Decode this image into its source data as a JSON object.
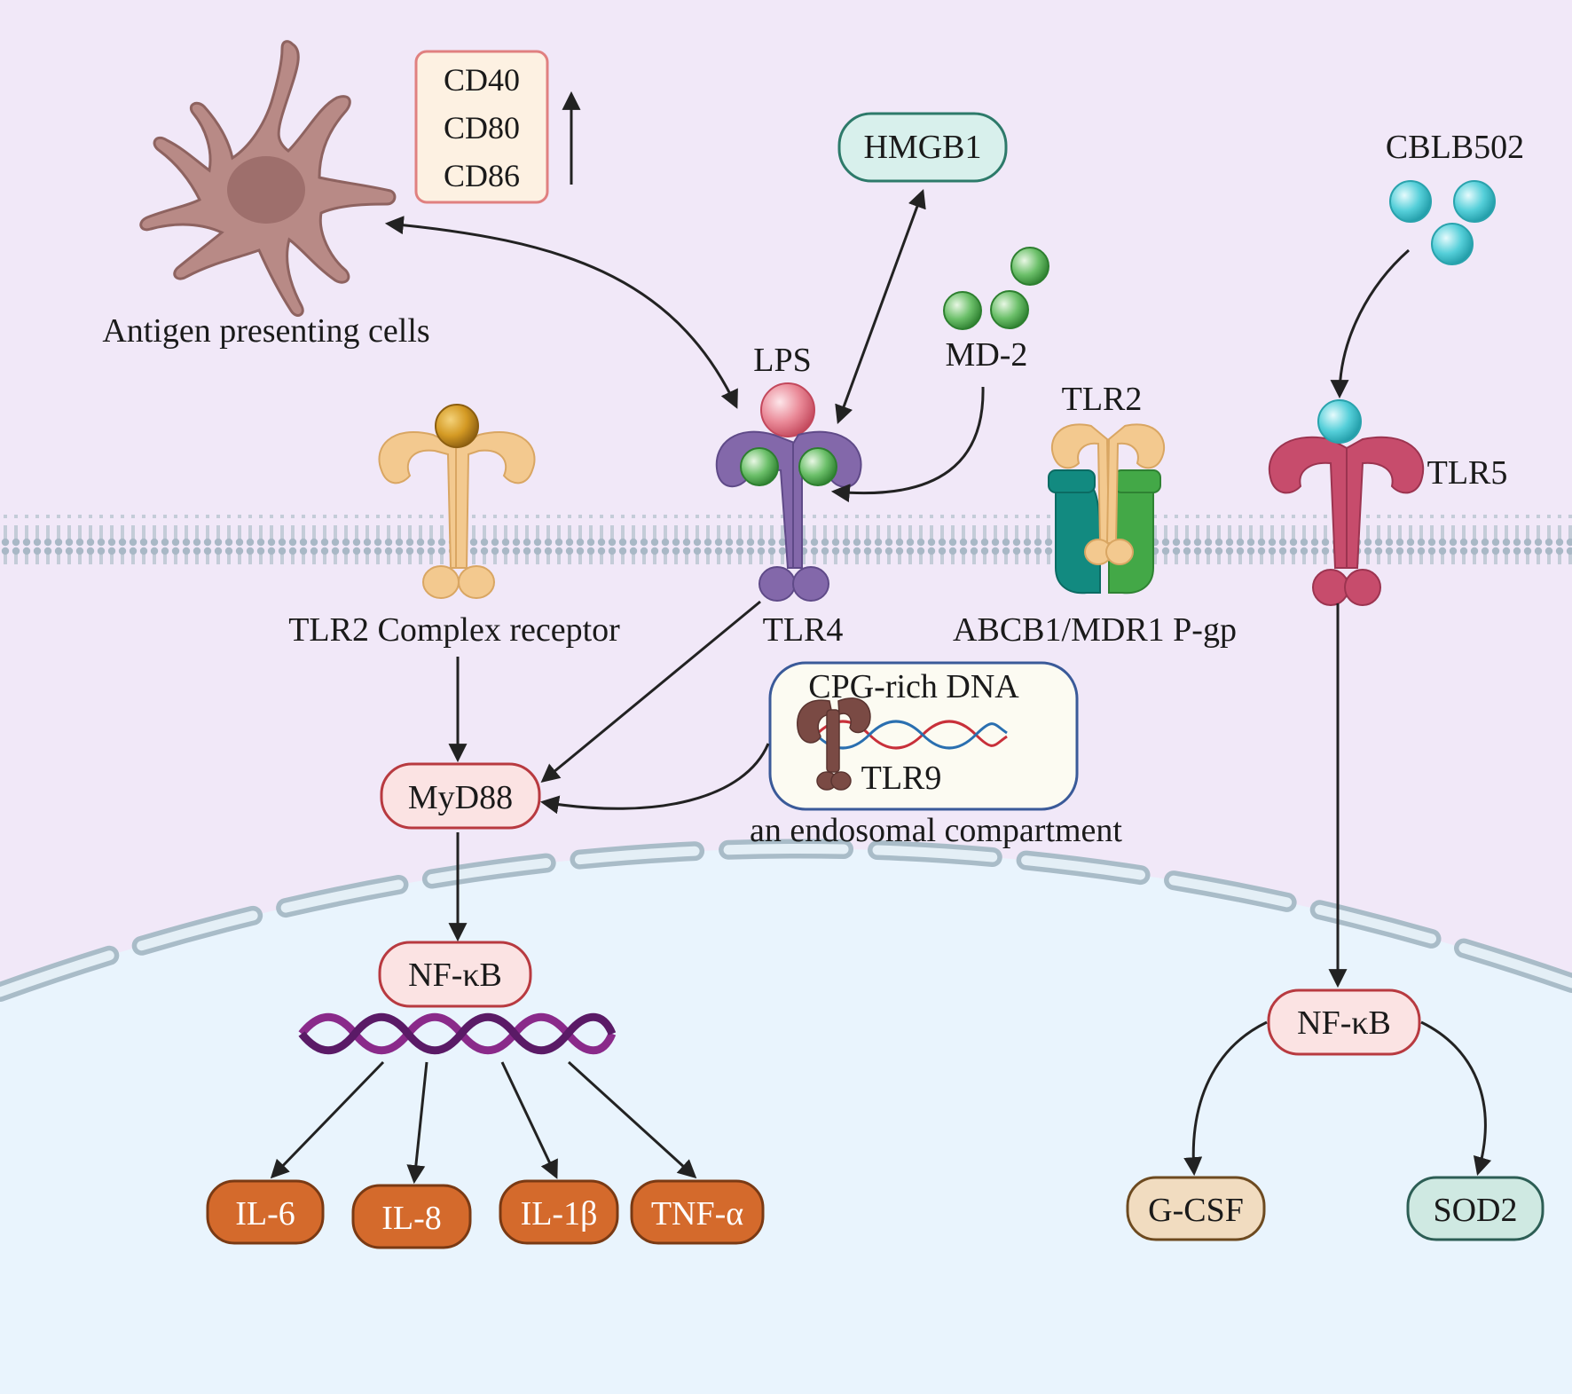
{
  "colors": {
    "cytoplasm": "#f1e8f8",
    "nucleus": "#e9f4fd",
    "arrow": "#222222",
    "cell_body": "#b88a86",
    "tlr2_complex": "#f3c98f",
    "tlr4": "#8368aa",
    "tlr5": "#c74c6c",
    "tlr9": "#7a4a44",
    "md2": "#3e9a3e",
    "cblb502": "#40c0cc",
    "lps": "#e0707e",
    "pgp_left": "#128a80",
    "pgp_right": "#43a847",
    "dna_nucleus": "#8a2a8a",
    "cytokine_fill": "#d46a2c",
    "pink_box_fill": "#fbe3e3",
    "pink_box_stroke": "#b83a40",
    "teal_box_fill": "#d8f0ec",
    "teal_box_stroke": "#2d7a6a"
  },
  "labels": {
    "apc": "Antigen presenting cells",
    "costim": [
      "CD40",
      "CD80",
      "CD86"
    ],
    "hmgb1": "HMGB1",
    "cblb502": "CBLB502",
    "lps": "LPS",
    "md2": "MD-2",
    "tlr2_top": "TLR2",
    "tlr5": "TLR5",
    "tlr2_complex": "TLR2 Complex receptor",
    "tlr4": "TLR4",
    "pgp": "ABCB1/MDR1 P-gp",
    "cpg": "CPG-rich DNA",
    "tlr9": "TLR9",
    "endosome": "an endosomal compartment",
    "myd88": "MyD88",
    "nfkb_left": "NF-κB",
    "nfkb_right": "NF-κB",
    "il6": "IL-6",
    "il8": "IL-8",
    "il1b": "IL-1β",
    "tnfa": "TNF-α",
    "gcsf": "G-CSF",
    "sod2": "SOD2"
  }
}
